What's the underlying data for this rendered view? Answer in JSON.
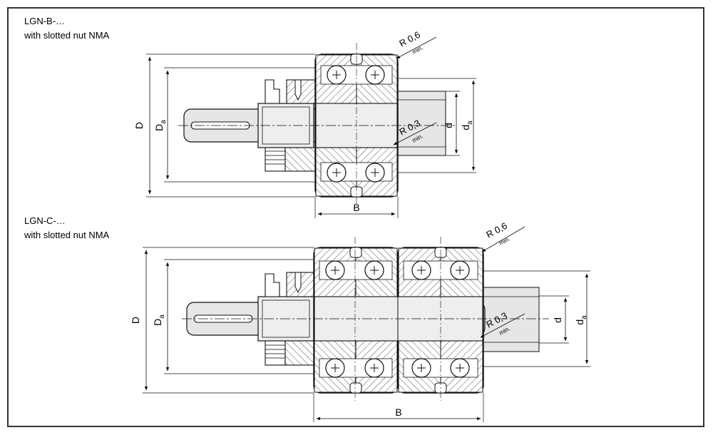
{
  "top": {
    "title": "LGN-B-…",
    "subtitle": "with slotted nut NMA",
    "dims": {
      "D": "D",
      "Da_main": "D",
      "Da_sub": "a",
      "d": "d",
      "da_main": "d",
      "da_sub": "a",
      "B": "B"
    },
    "radius_outer": "R 0,6",
    "radius_outer_note": "min.",
    "radius_inner": "R 0,3",
    "radius_inner_note": "min."
  },
  "bottom": {
    "title": "LGN-C-…",
    "subtitle": "with slotted nut NMA",
    "dims": {
      "D": "D",
      "Da_main": "D",
      "Da_sub": "a",
      "d": "d",
      "da_main": "d",
      "da_sub": "a",
      "B": "B"
    },
    "radius_outer": "R 0,6",
    "radius_outer_note": "min.",
    "radius_inner": "R 0,3",
    "radius_inner_note": "min."
  },
  "colors": {
    "line": "#111111",
    "shaft_fill": "#e6e6e6",
    "hatch": "#555555",
    "frame": "#333333"
  }
}
